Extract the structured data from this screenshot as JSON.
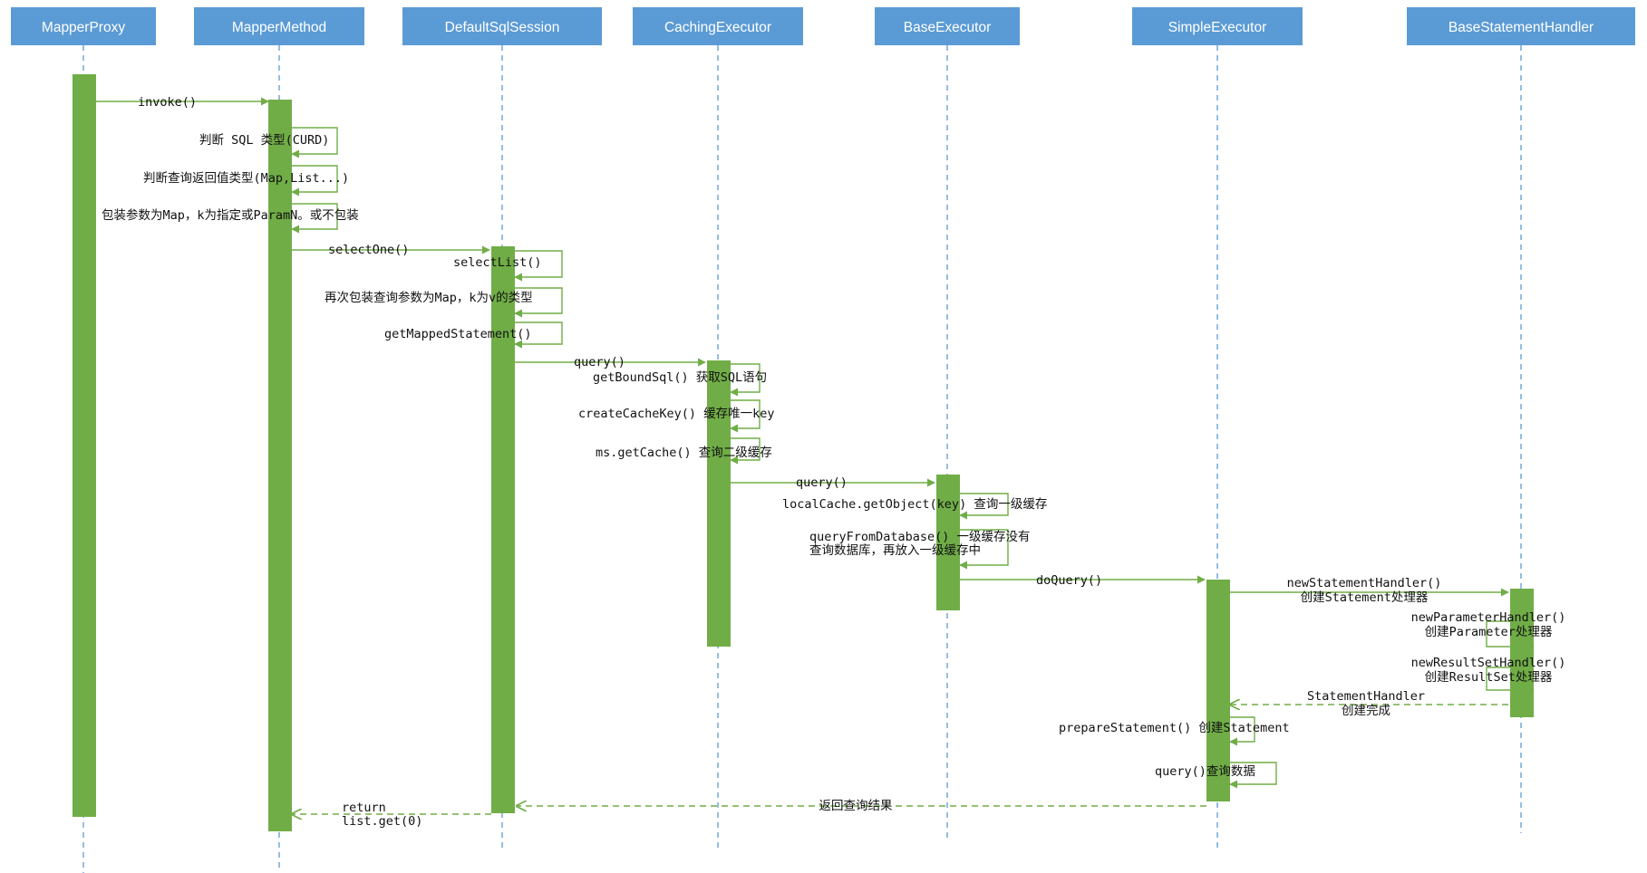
{
  "colors": {
    "header_bg": "#5b9bd5",
    "header_text": "#ffffff",
    "lifeline": "#5b9bd5",
    "activation": "#70ad47",
    "message": "#70ad47",
    "text": "#111111"
  },
  "participants": [
    {
      "id": "mp",
      "name": "MapperProxy"
    },
    {
      "id": "mm",
      "name": "MapperMethod"
    },
    {
      "id": "ds",
      "name": "DefaultSqlSession"
    },
    {
      "id": "ce",
      "name": "CachingExecutor"
    },
    {
      "id": "be",
      "name": "BaseExecutor"
    },
    {
      "id": "se",
      "name": "SimpleExecutor"
    },
    {
      "id": "bsh",
      "name": "BaseStatementHandler"
    }
  ],
  "messages": [
    {
      "id": "invoke",
      "lines": [
        "invoke()"
      ]
    },
    {
      "id": "judge-sql",
      "lines": [
        "判断 SQL 类型(CURD)"
      ]
    },
    {
      "id": "judge-return",
      "lines": [
        "判断查询返回值类型(Map,List...)"
      ]
    },
    {
      "id": "wrap-param",
      "lines": [
        "包装参数为Map，k为指定或ParamN。或不包装"
      ]
    },
    {
      "id": "select-one",
      "lines": [
        "selectOne()"
      ]
    },
    {
      "id": "select-list",
      "lines": [
        "selectList()"
      ]
    },
    {
      "id": "wrap-again",
      "lines": [
        "再次包装查询参数为Map，k为v的类型"
      ]
    },
    {
      "id": "get-mapped-statement",
      "lines": [
        "getMappedStatement()"
      ]
    },
    {
      "id": "ce-query",
      "lines": [
        "query()"
      ]
    },
    {
      "id": "get-bound-sql",
      "lines": [
        "getBoundSql() 获取SQL语句"
      ]
    },
    {
      "id": "create-cache-key",
      "lines": [
        "createCacheKey() 缓存唯一key"
      ]
    },
    {
      "id": "get-cache",
      "lines": [
        "ms.getCache() 查询二级缓存"
      ]
    },
    {
      "id": "be-query",
      "lines": [
        "query()"
      ]
    },
    {
      "id": "local-cache",
      "lines": [
        "localCache.getObject(key) 查询一级缓存"
      ]
    },
    {
      "id": "query-db",
      "lines": [
        "queryFromDatabase() 一级缓存没有",
        "查询数据库，再放入一级缓存中"
      ]
    },
    {
      "id": "do-query",
      "lines": [
        "doQuery()"
      ]
    },
    {
      "id": "new-statement-handler",
      "lines": [
        "newStatementHandler()",
        "创建Statement处理器"
      ]
    },
    {
      "id": "new-parameter-handler",
      "lines": [
        "newParameterHandler()",
        "创建Parameter处理器"
      ]
    },
    {
      "id": "new-resultset-handler",
      "lines": [
        "newResultSetHandler()",
        "创建ResultSet处理器"
      ]
    },
    {
      "id": "handler-done",
      "lines": [
        "StatementHandler",
        "创建完成"
      ]
    },
    {
      "id": "prepare-statement",
      "lines": [
        "prepareStatement() 创建Statement"
      ]
    },
    {
      "id": "se-query",
      "lines": [
        "query()查询数据"
      ]
    },
    {
      "id": "return-result",
      "lines": [
        "返回查询结果"
      ]
    },
    {
      "id": "return-list",
      "lines": [
        "return",
        "list.get(0)"
      ]
    }
  ]
}
